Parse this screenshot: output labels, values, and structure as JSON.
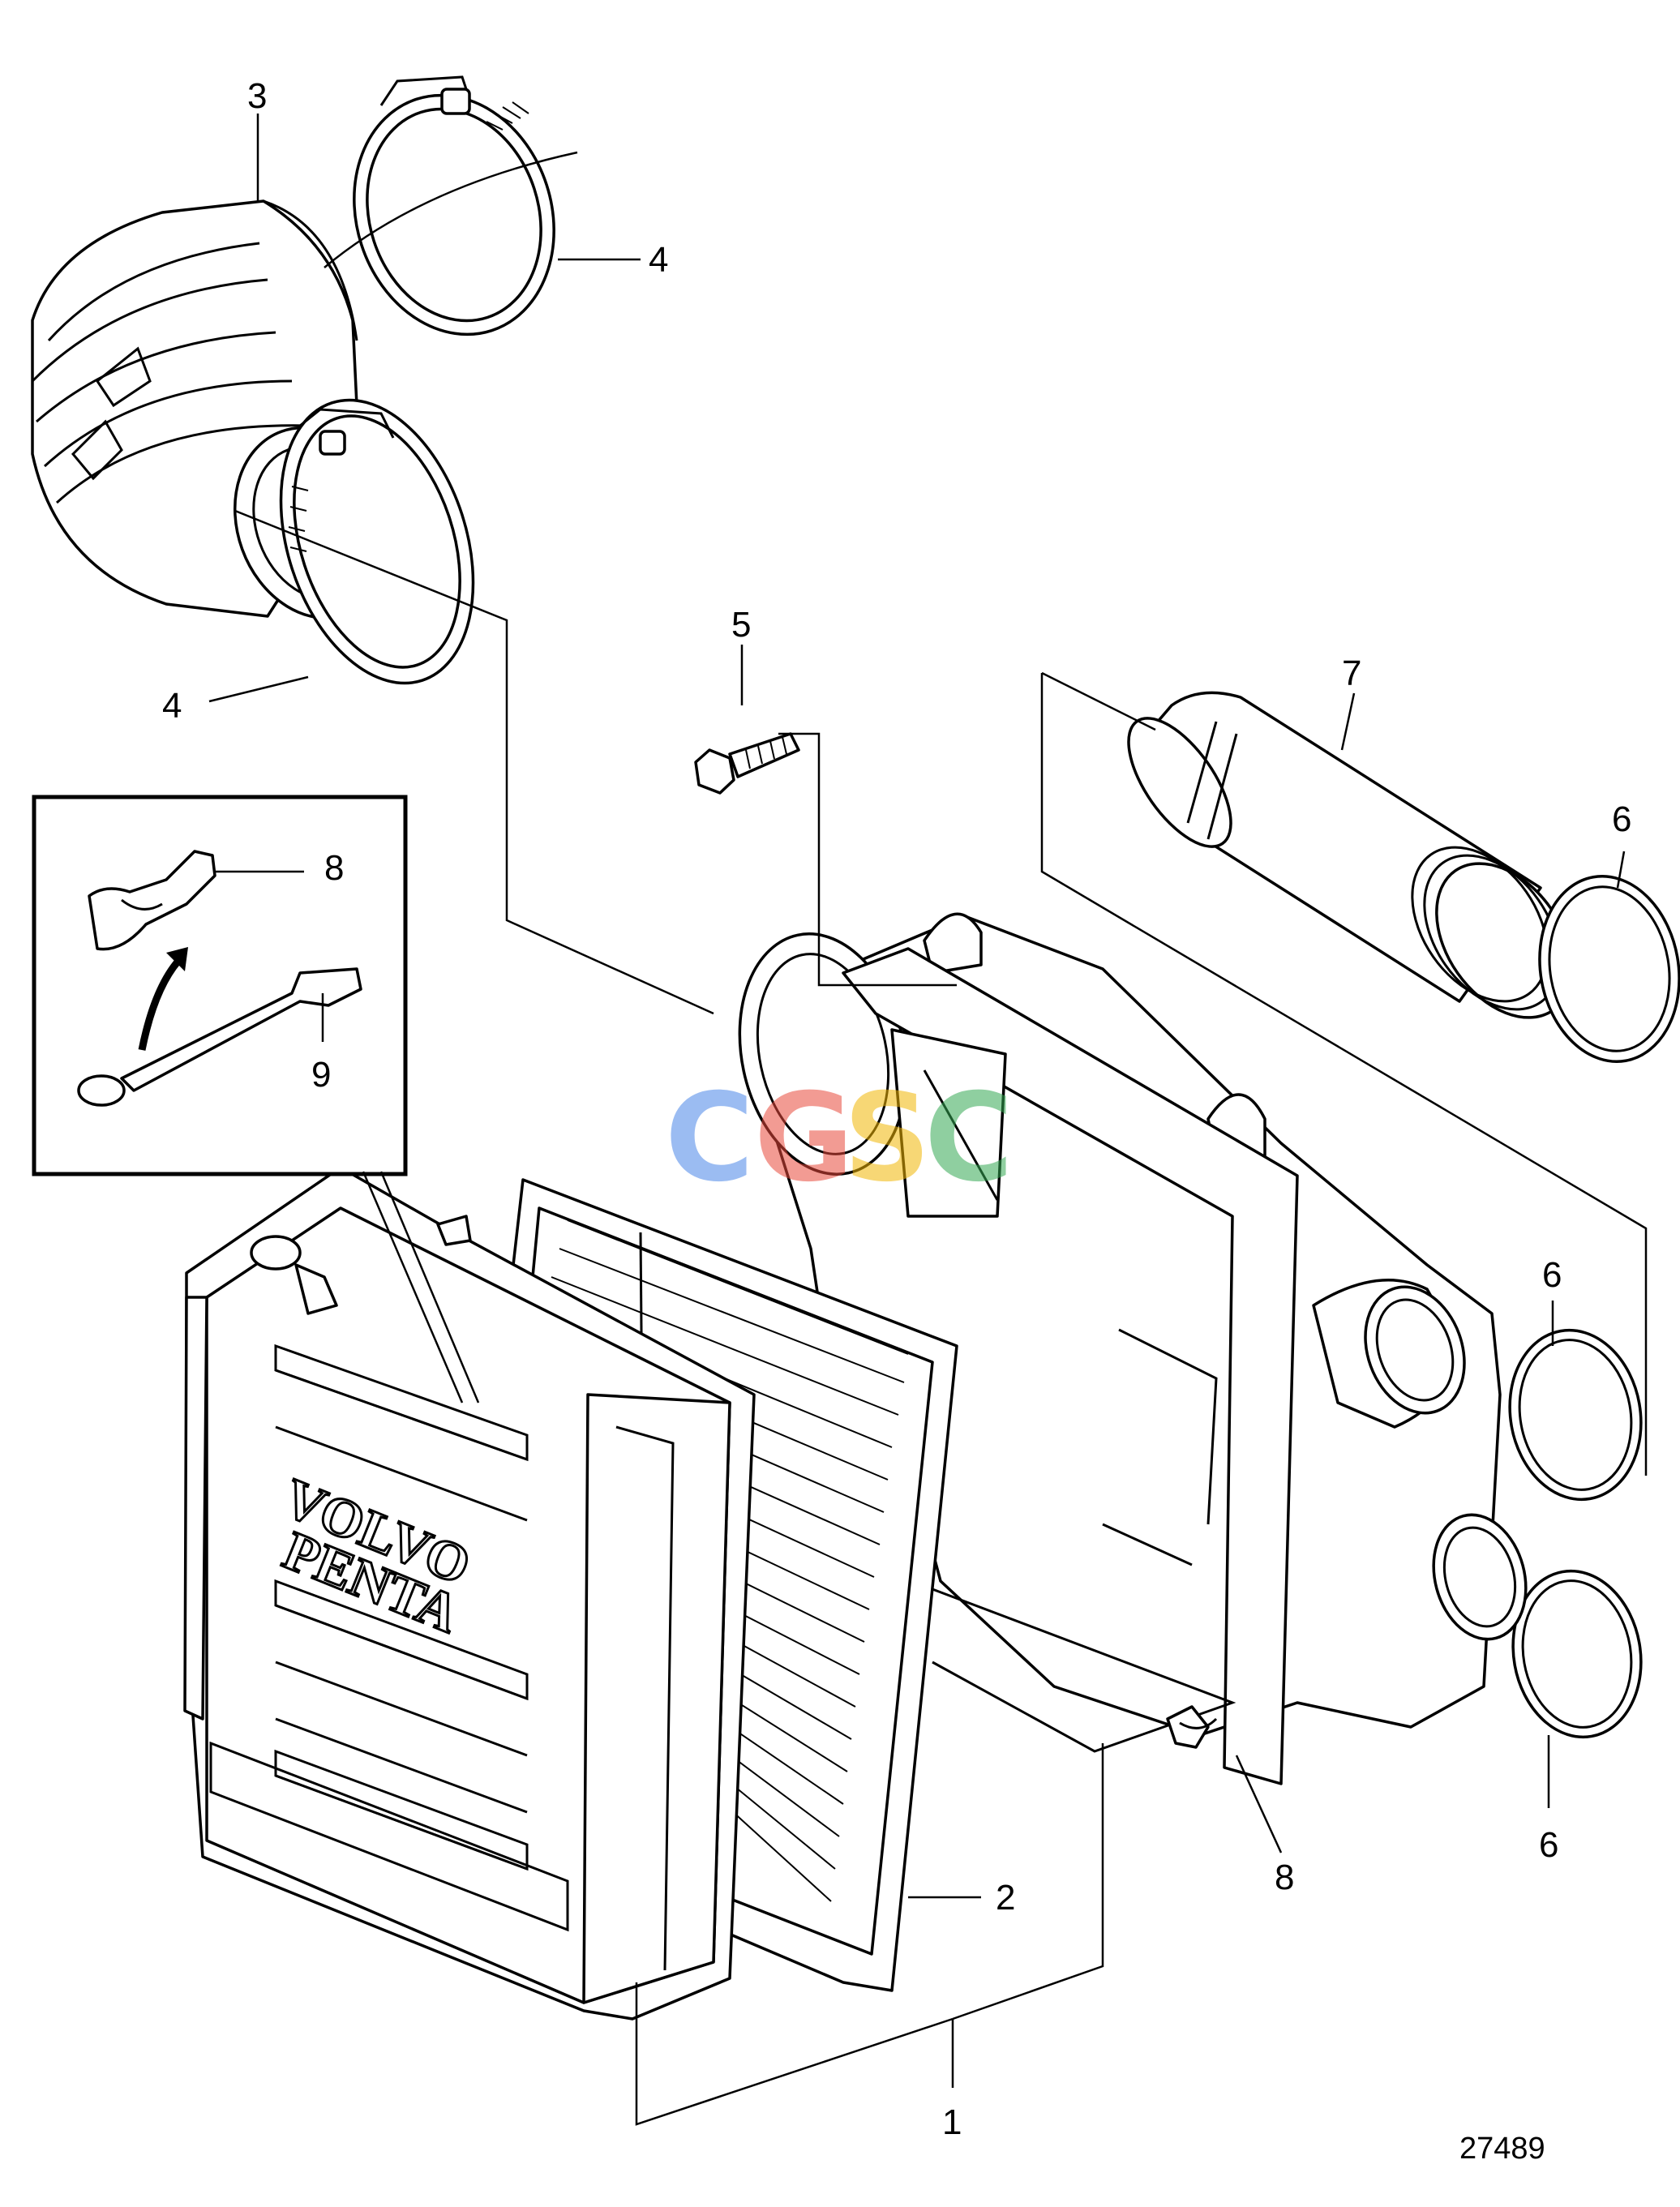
{
  "diagram": {
    "reference_number": "27489",
    "watermark": {
      "letters": [
        "C",
        "G",
        "S",
        "C"
      ],
      "colors": [
        "#4a86e8",
        "#e84a3c",
        "#f2b705",
        "#34a853"
      ]
    },
    "logo": {
      "line1": "VOLVO",
      "line2": "PENTA"
    },
    "callouts": {
      "c1": "1",
      "c2": "2",
      "c3": "3",
      "c4a": "4",
      "c4b": "4",
      "c5": "5",
      "c6a": "6",
      "c6b": "6",
      "c6c": "6",
      "c7": "7",
      "c8a": "8",
      "c8b": "8",
      "c9": "9"
    }
  }
}
